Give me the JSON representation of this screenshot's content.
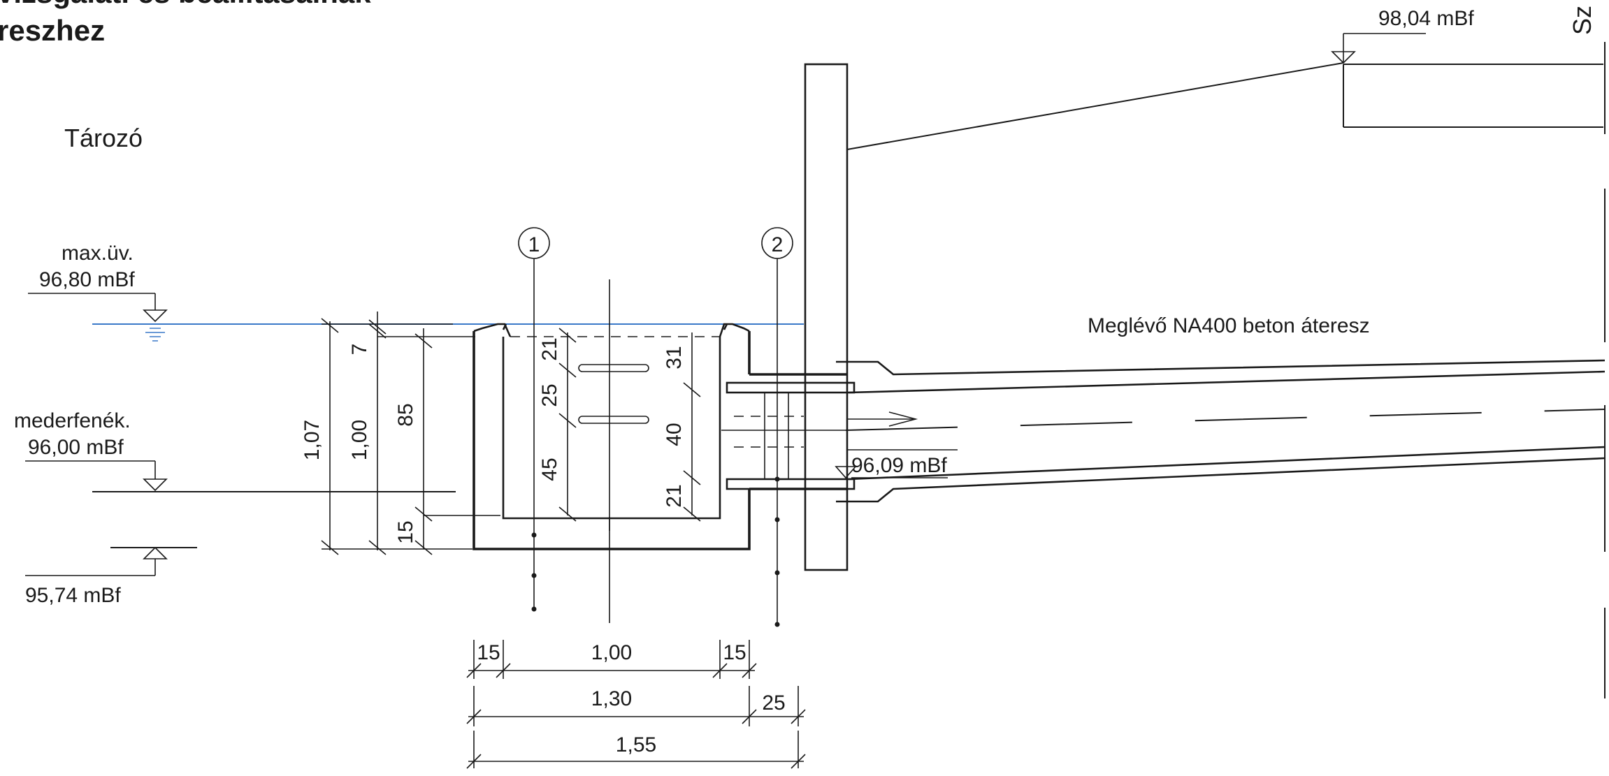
{
  "title": {
    "line1": "vizsgálati és beállításainak",
    "line2": "reszhez"
  },
  "side_text": "Sz",
  "labels": {
    "reservoir": "Tározó",
    "max_level_name": "max.üv.",
    "max_level_value": "96,80 mBf",
    "bed_name": "mederfenék.",
    "bed_value": "96,00 mBf",
    "bottom_value": "95,74 mBf",
    "top_right_value": "98,04 mBf",
    "culvert_level": "96,09 mBf",
    "culvert_name": "Meglévő NA400 beton áteresz"
  },
  "section_markers": [
    "1",
    "2"
  ],
  "dimensions": {
    "vertical": {
      "total": "1,07",
      "inner": "1,00",
      "wall": "85",
      "top_offset": "7",
      "bottom_slab": "15",
      "stop1": "21",
      "stop_gap": "25",
      "stop_bottom": "45",
      "pipe_top": "31",
      "pipe": "40",
      "pipe_bottom": "21"
    },
    "horizontal": {
      "wall_left": "15",
      "inner_width": "1,00",
      "wall_right": "15",
      "box_width": "1,30",
      "plate": "25",
      "total_width": "1,55"
    }
  },
  "colors": {
    "line": "#1a1a1a",
    "water": "#3a78c8",
    "background": "#ffffff"
  }
}
